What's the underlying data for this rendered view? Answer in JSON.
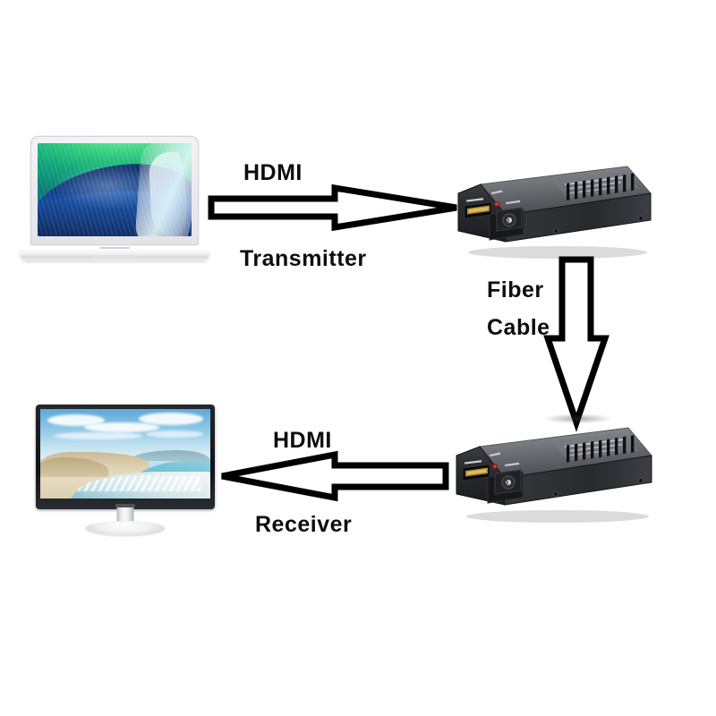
{
  "diagram": {
    "title": "HDMI Fiber Optic Extender Connection Diagram",
    "background_color": "#ffffff",
    "stroke_color": "#000000",
    "text_color": "#0d0d0d"
  },
  "labels": {
    "hdmi_top": "HDMI",
    "transmitter": "Transmitter",
    "fiber": "Fiber",
    "cable": "Cable",
    "hdmi_bottom": "HDMI",
    "receiver": "Receiver"
  },
  "nodes": {
    "source_device": {
      "name": "laptop",
      "description": "Silver MacBook laptop, open lid",
      "screen_wallpaper": "green-to-blue wave gradient with peeling screen protector film",
      "body_color": "#eceef0"
    },
    "display_device": {
      "name": "monitor",
      "description": "Widescreen LCD monitor on round silver stand",
      "screen_image": "beach scene with sky, clouds, sand dunes and ocean surf",
      "bezel_color": "#16181c",
      "stand_color": "#e9ebee"
    },
    "transmitter_unit": {
      "name": "hdmi-fiber-extender-transmitter",
      "body_color": "#2d2f33",
      "ports": [
        "HDMI",
        "Fiber"
      ],
      "indicator": "LED",
      "has_vent_slots": true
    },
    "receiver_unit": {
      "name": "hdmi-fiber-extender-receiver",
      "body_color": "#2d2f33",
      "ports": [
        "HDMI",
        "Fiber"
      ],
      "indicator": "LED",
      "has_vent_slots": true
    }
  },
  "connections": [
    {
      "id": "laptop-to-transmitter",
      "label": "HDMI",
      "sublabel": "Transmitter",
      "direction": "right",
      "from": "laptop",
      "to": "transmitter_unit",
      "style": "block-arrow-outline"
    },
    {
      "id": "transmitter-to-receiver",
      "label": "Fiber",
      "sublabel": "Cable",
      "direction": "down",
      "from": "transmitter_unit",
      "to": "receiver_unit",
      "style": "block-arrow-outline"
    },
    {
      "id": "receiver-to-monitor",
      "label": "HDMI",
      "sublabel": "Receiver",
      "direction": "left",
      "from": "receiver_unit",
      "to": "monitor",
      "style": "block-arrow-outline"
    }
  ],
  "port_labels": {
    "hdmi": "HDMI",
    "fiber": "Fiber",
    "led": "LED"
  }
}
